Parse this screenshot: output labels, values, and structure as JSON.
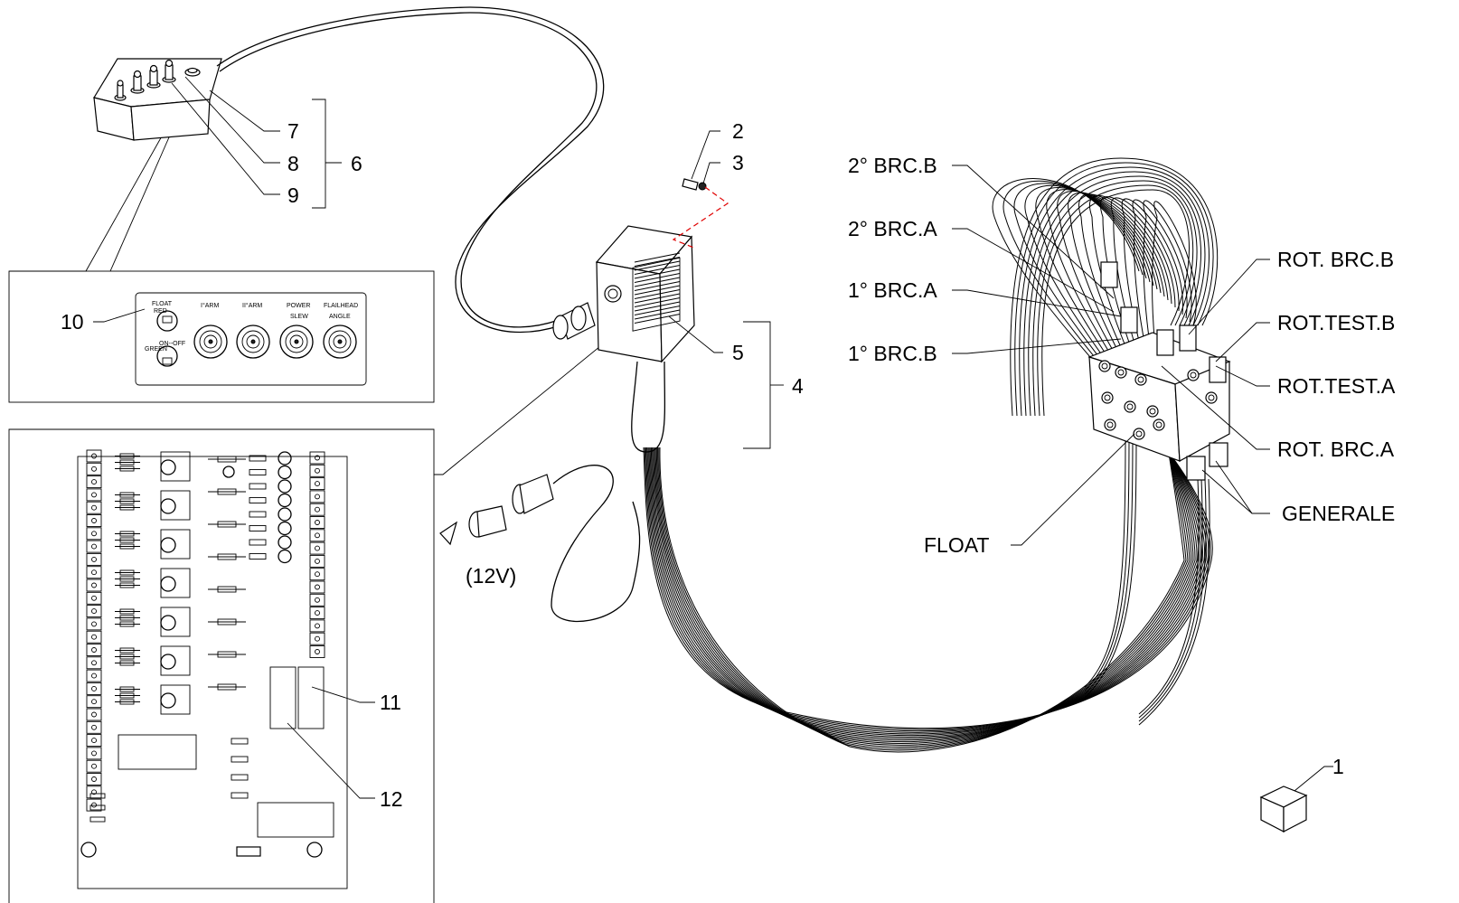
{
  "callouts": {
    "c1": "1",
    "c2": "2",
    "c3": "3",
    "c4": "4",
    "c5": "5",
    "c6": "6",
    "c7": "7",
    "c8": "8",
    "c9": "9",
    "c10": "10",
    "c11": "11",
    "c12": "12"
  },
  "power_label": "(12V)",
  "valve_labels": {
    "brc2b": "2° BRC.B",
    "brc2a": "2° BRC.A",
    "brc1a": "1° BRC.A",
    "brc1b": "1° BRC.B",
    "rot_brc_b": "ROT. BRC.B",
    "rot_test_b": "ROT.TEST.B",
    "rot_test_a": "ROT.TEST.A",
    "rot_brc_a": "ROT. BRC.A",
    "generale": "GENERALE",
    "float": "FLOAT"
  },
  "panel_labels": {
    "float": "FLOAT",
    "red": "RED",
    "on_off": "ON--OFF",
    "green": "GREEN",
    "arm1": "I°ARM",
    "arm2": "II°ARM",
    "power": "POWER",
    "slew": "SLEW",
    "flailhead": "FLAILHEAD",
    "angle": "ANGLE"
  }
}
